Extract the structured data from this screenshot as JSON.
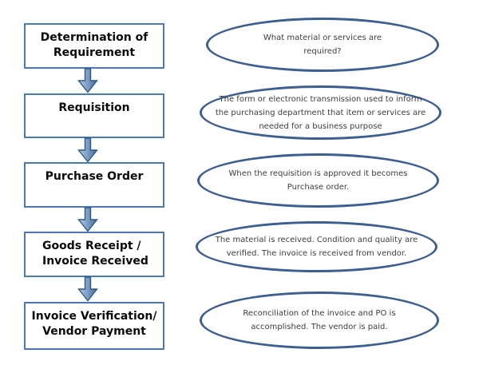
{
  "diagram": {
    "kind": "procurement-process-flowchart",
    "steps": [
      {
        "box_lines": [
          "Determination of",
          "Requirement"
        ],
        "note_lines": [
          "What material or services are",
          "required?"
        ]
      },
      {
        "box_lines": [
          "Requisition"
        ],
        "note_lines": [
          "The form or electronic transmission used to inform",
          "the purchasing department that item or services are",
          "needed for a business purpose"
        ]
      },
      {
        "box_lines": [
          "Purchase Order"
        ],
        "note_lines": [
          "When the requisition is approved it becomes",
          "Purchase order."
        ]
      },
      {
        "box_lines": [
          "Goods Receipt /",
          "Invoice Received"
        ],
        "note_lines": [
          "The material is received. Condition and quality are",
          "verified. The invoice is received from vendor."
        ]
      },
      {
        "box_lines": [
          "Invoice Verification/",
          "Vendor Payment"
        ],
        "note_lines": [
          "Reconciliation of the invoice and PO is",
          "accomplished. The vendor is paid."
        ]
      }
    ]
  },
  "colors": {
    "box_border": "#4d7aad",
    "ellipse_border": "#3d5f8f",
    "arrow_outline": "#2e5984",
    "arrow_fill_light": "#b7cbe2",
    "arrow_fill_dark": "#3f6ea1",
    "box_text": "#0a0a0a",
    "ellipse_text": "#3d3d3d"
  }
}
